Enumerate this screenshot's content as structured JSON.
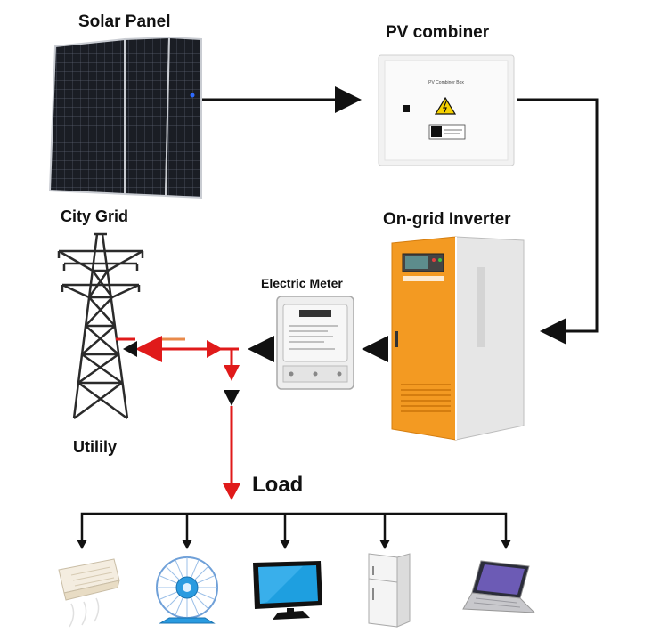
{
  "labels": {
    "solar_panel": "Solar Panel",
    "pv_combiner": "PV combiner",
    "city_grid": "City Grid",
    "on_grid_inverter": "On-grid Inverter",
    "electric_meter": "Electric Meter",
    "utility": "Utilily",
    "load": "Load"
  },
  "device_text": {
    "combiner_box": "PV Combiner Box"
  },
  "colors": {
    "dc_line": "#111111",
    "grid_line": "#e01a1a",
    "inverter_body": "#f39a22",
    "inverter_side": "#e2e2e2"
  },
  "loads": [
    {
      "icon": "air-conditioner-icon"
    },
    {
      "icon": "fan-icon"
    },
    {
      "icon": "tv-icon"
    },
    {
      "icon": "refrigerator-icon"
    },
    {
      "icon": "laptop-icon"
    }
  ]
}
